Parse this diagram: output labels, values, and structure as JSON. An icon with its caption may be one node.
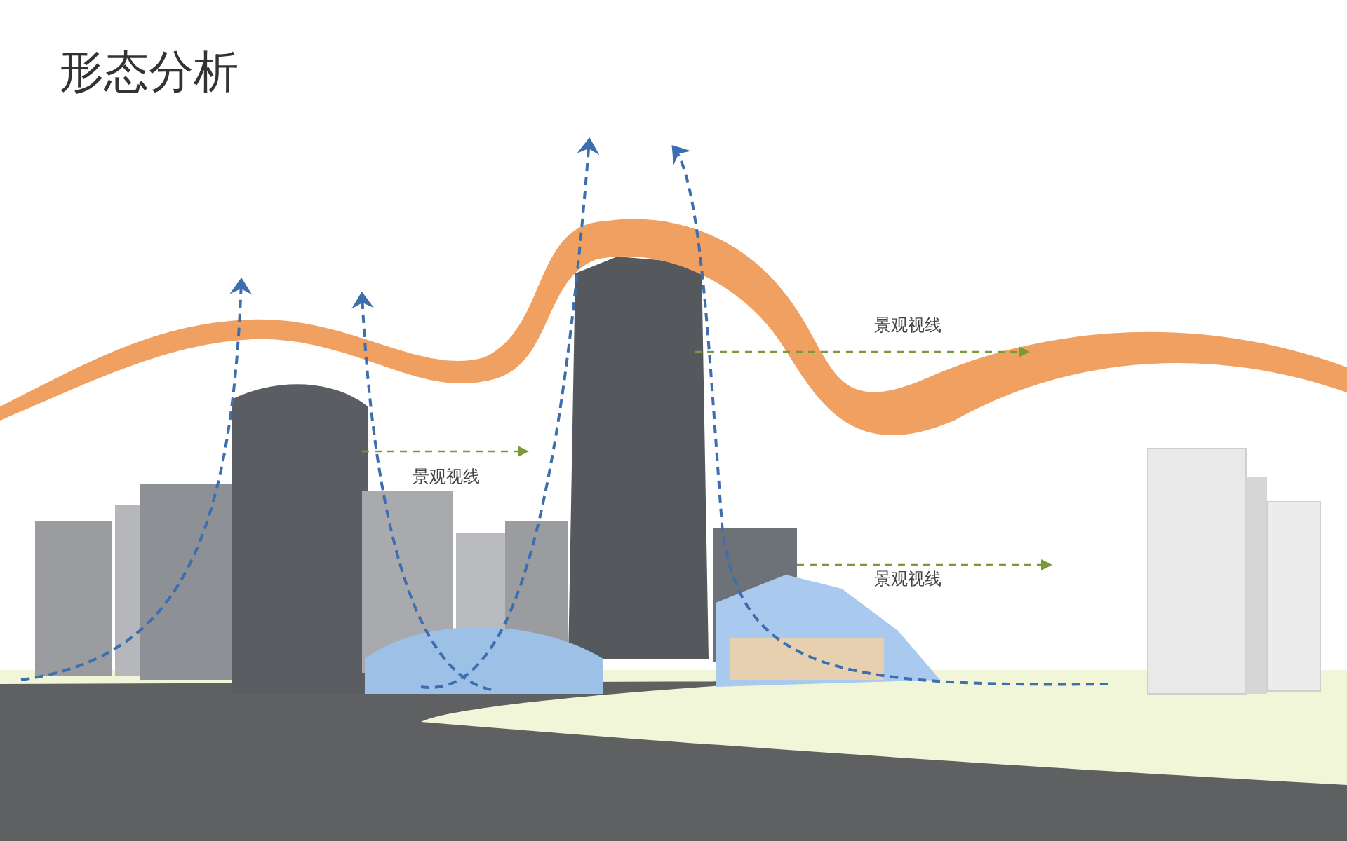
{
  "diagram": {
    "title": "形态分析",
    "labels": [
      "景观视线",
      "景观视线",
      "景观视线"
    ]
  }
}
